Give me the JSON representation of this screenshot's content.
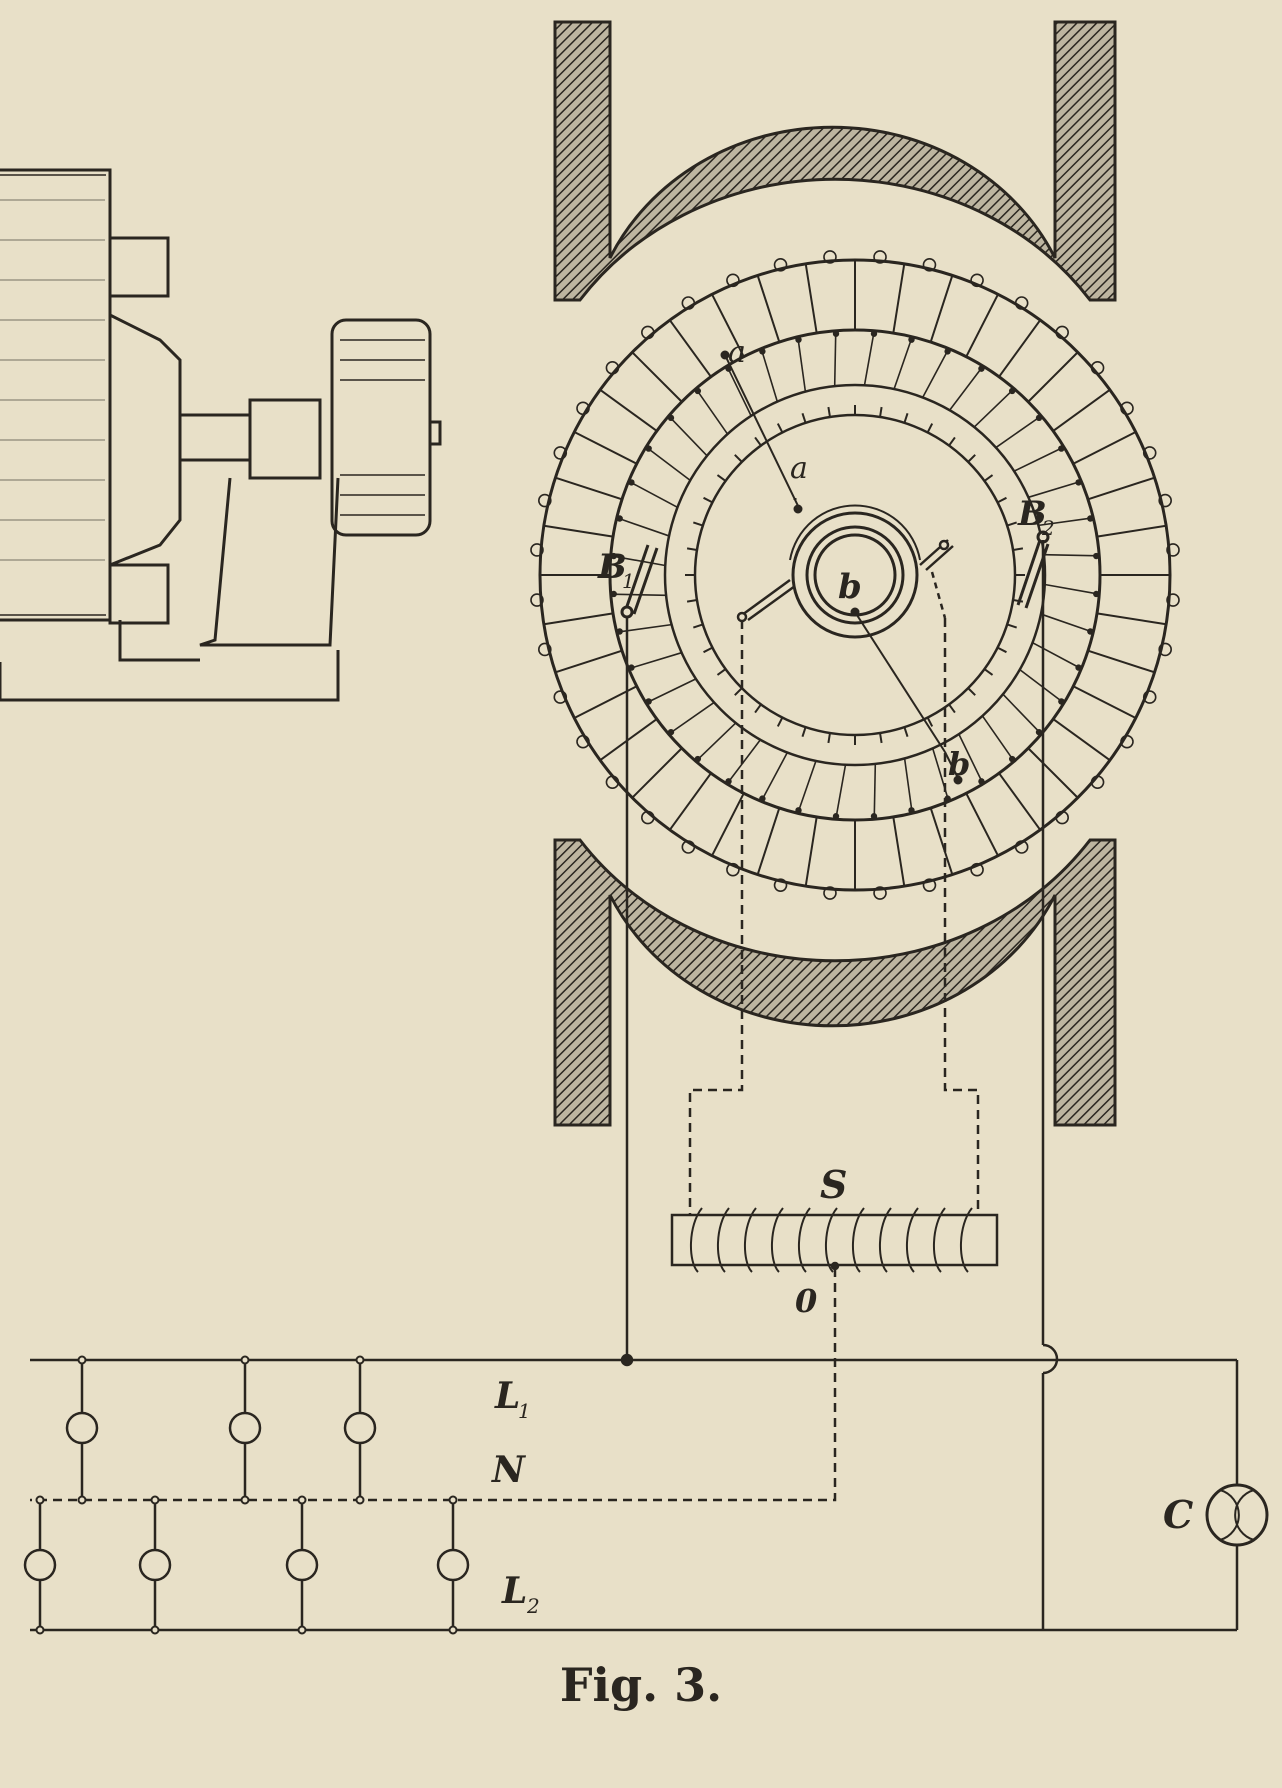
{
  "caption": "Fig. 3.",
  "labels": {
    "a_outer": "a",
    "a_inner": "a",
    "b_inner": "b",
    "b_outer": "b",
    "brush1_letter": "B",
    "brush1_sub": "1",
    "brush2_letter": "B",
    "brush2_sub": "2",
    "coil": "S",
    "zero": "0",
    "line1_letter": "L",
    "line1_sub": "1",
    "neutral": "N",
    "line2_letter": "L",
    "line2_sub": "2",
    "meter": "C"
  },
  "colors": {
    "ink": "#2a2620",
    "paper": "#e8e0c8"
  }
}
